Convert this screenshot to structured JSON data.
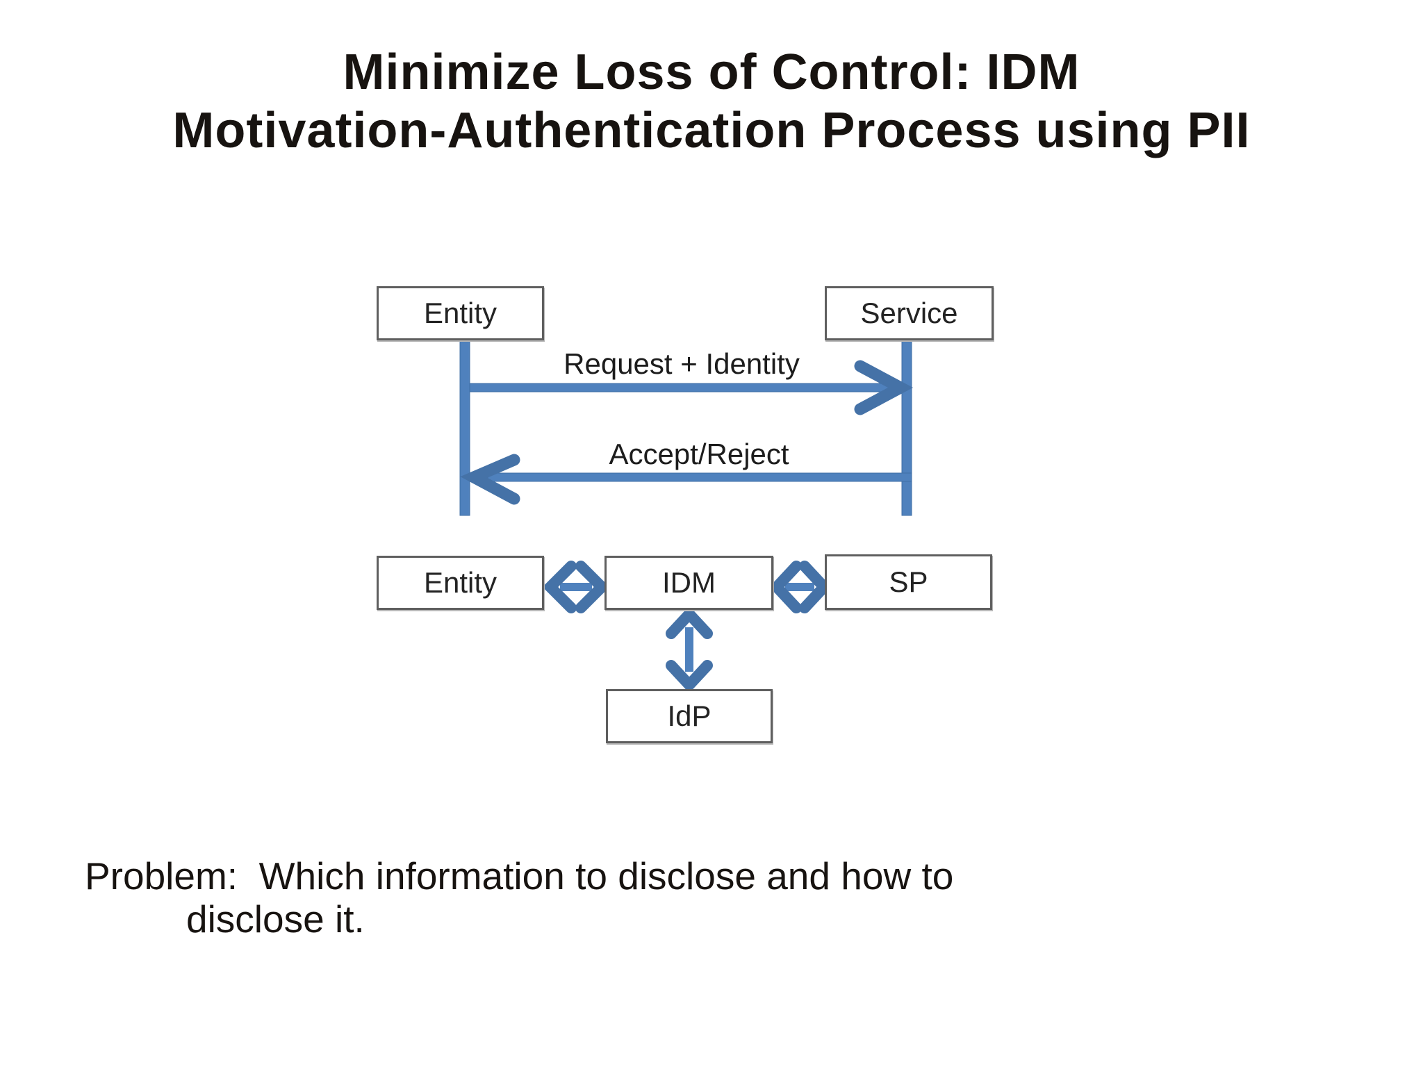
{
  "title": {
    "line1": "Minimize Loss of Control: IDM",
    "line2": "Motivation-Authentication Process using PII"
  },
  "sequence_diagram": {
    "actors": [
      {
        "label": "Entity"
      },
      {
        "label": "Service"
      }
    ],
    "messages": [
      {
        "label": "Request + Identity",
        "direction": "right",
        "from": "Entity",
        "to": "Service"
      },
      {
        "label": "Accept/Reject",
        "direction": "left",
        "from": "Service",
        "to": "Entity"
      }
    ]
  },
  "idm_diagram": {
    "boxes": [
      {
        "label": "Entity"
      },
      {
        "label": "IDM"
      },
      {
        "label": "SP"
      },
      {
        "label": "IdP"
      }
    ],
    "connections": [
      {
        "from": "Entity",
        "to": "IDM",
        "type": "double-arrow"
      },
      {
        "from": "IDM",
        "to": "SP",
        "type": "double-arrow"
      },
      {
        "from": "IDM",
        "to": "IdP",
        "type": "double-arrow"
      }
    ]
  },
  "problem": {
    "line1": "Problem:  Which information to disclose and how to",
    "line2": "disclose it."
  },
  "colors": {
    "arrow_blue": "#4f81bd",
    "arrow_blue_dark": "#3f6ea5",
    "box_border_gray": "#5f5f5f",
    "text_black": "#171310",
    "background": "#ffffff"
  }
}
